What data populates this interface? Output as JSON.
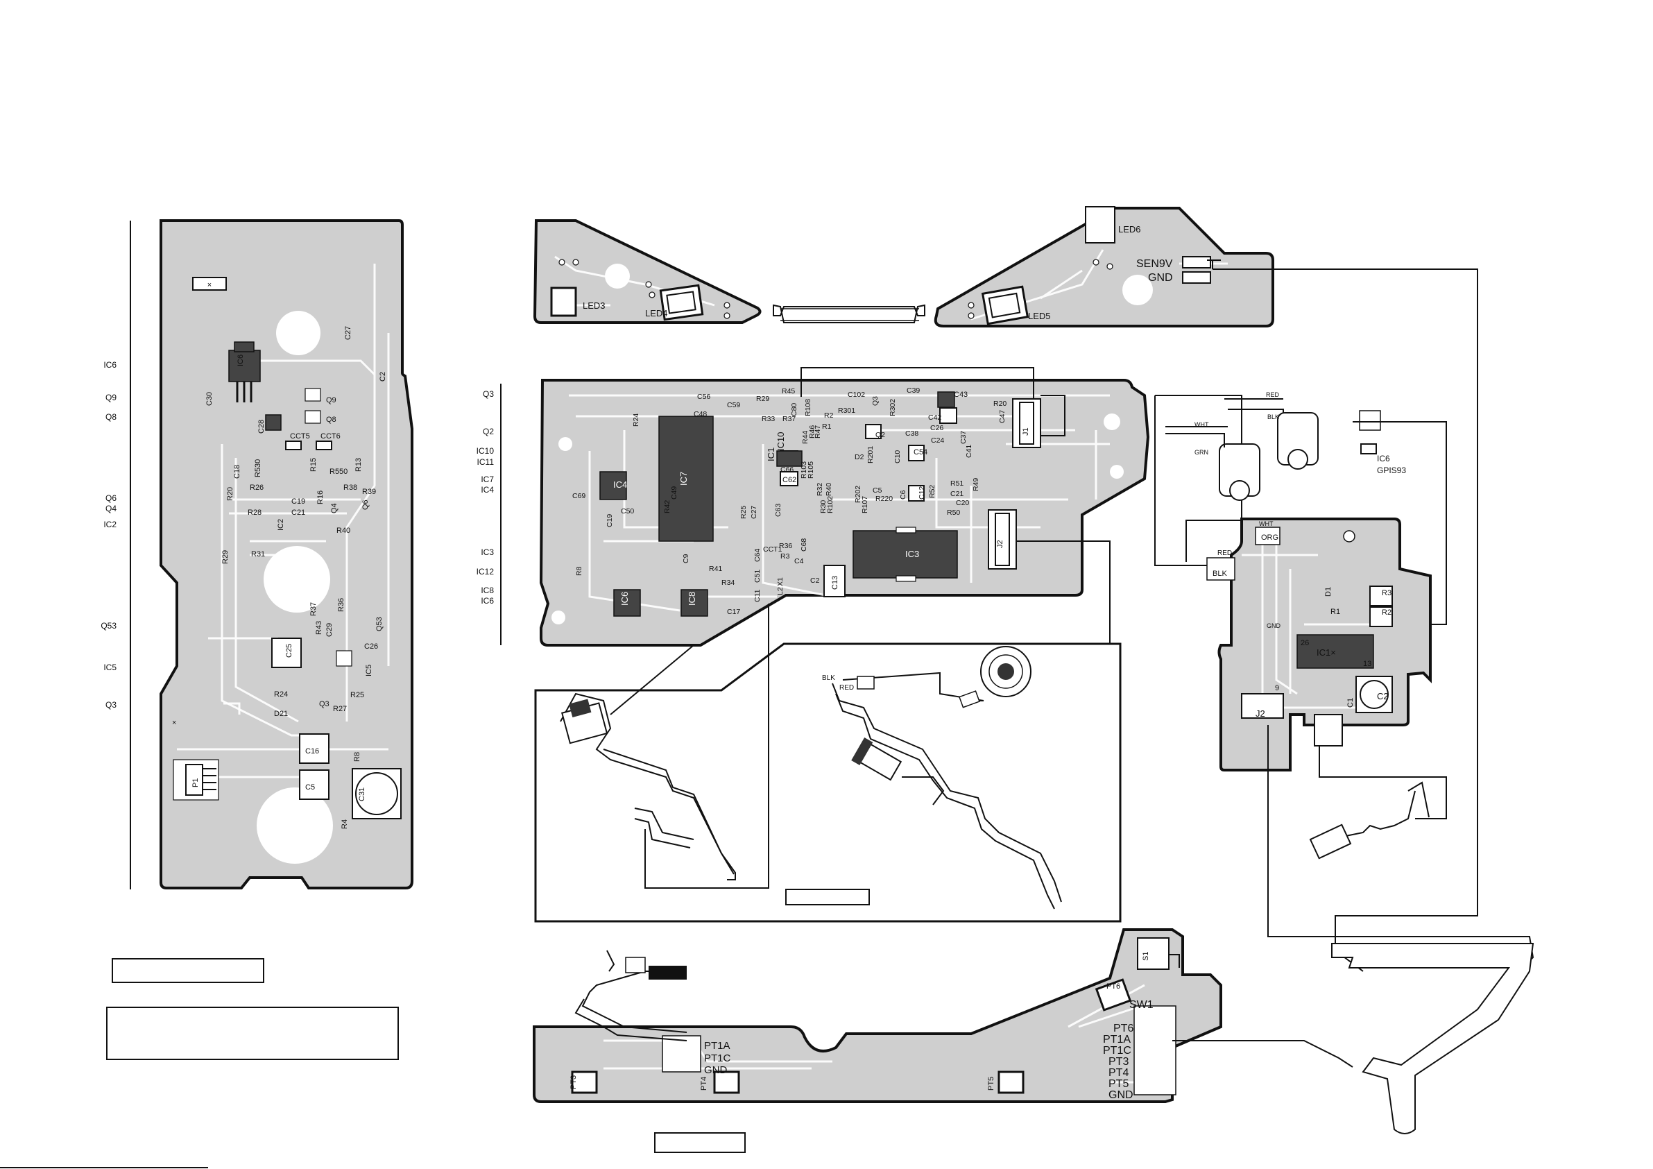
{
  "left_board": {
    "side_labels": [
      {
        "id": "IC6",
        "text": "IC6"
      },
      {
        "id": "Q9",
        "text": "Q9"
      },
      {
        "id": "Q8",
        "text": "Q8"
      },
      {
        "id": "Q6",
        "text": "Q6"
      },
      {
        "id": "Q4",
        "text": "Q4"
      },
      {
        "id": "IC2",
        "text": "IC2"
      },
      {
        "id": "Q53",
        "text": "Q53"
      },
      {
        "id": "IC5",
        "text": "IC5"
      },
      {
        "id": "Q3",
        "text": "Q3"
      }
    ],
    "parts": [
      "IC6",
      "C27",
      "C2",
      "C30",
      "Q9",
      "Q8",
      "C28",
      "CCT5",
      "CCT6",
      "R15",
      "R550",
      "R13",
      "C18",
      "R530",
      "R26",
      "R20",
      "R28",
      "C19",
      "C21",
      "IC2",
      "R38",
      "R39",
      "Q6",
      "R16",
      "Q4",
      "R40",
      "R29",
      "R31",
      "R37",
      "R36",
      "R43",
      "C29",
      "C26",
      "Q53",
      "C25",
      "IC5",
      "R24",
      "Q3",
      "R27",
      "R25",
      "D21",
      "C16",
      "R8",
      "C5",
      "C31",
      "P1",
      "R4"
    ],
    "marks": [
      "×",
      "×"
    ]
  },
  "top_left_sensor": {
    "labels": [
      "LED3",
      "LED4"
    ]
  },
  "top_right_sensor": {
    "labels": [
      "LED6",
      "SEN9V",
      "GND",
      "LED5"
    ]
  },
  "main_board": {
    "side_labels": [
      "Q3",
      "Q2",
      "IC10",
      "IC11",
      "IC7",
      "IC4",
      "IC3",
      "IC12",
      "IC8",
      "IC6"
    ],
    "ics": [
      "IC7",
      "IC4",
      "IC3",
      "IC1",
      "IC10",
      "IC8",
      "IC6",
      "J1",
      "J2",
      "C13",
      "C62",
      "C54",
      "C43"
    ],
    "parts": [
      "C56",
      "C59",
      "R29",
      "R33",
      "R45",
      "R37",
      "C80",
      "R108",
      "C102",
      "Q3",
      "C39",
      "R301",
      "R302",
      "R20",
      "C47",
      "R24",
      "R2",
      "R1",
      "Q2",
      "C42",
      "C26",
      "C24",
      "C38",
      "R47",
      "R46",
      "R44",
      "C66",
      "R103",
      "R105",
      "D2",
      "R201",
      "C10",
      "C41",
      "C37",
      "C69",
      "C49",
      "R42",
      "R32",
      "R40",
      "R202",
      "R220",
      "C5",
      "C6",
      "C12",
      "R52",
      "R51",
      "C21",
      "C20",
      "R50",
      "R49",
      "C19",
      "C50",
      "R25",
      "C27",
      "C63",
      "R30",
      "R102",
      "R107",
      "CCT1",
      "R36",
      "R3",
      "C4",
      "C68",
      "C64",
      "C9",
      "R41",
      "C51",
      "R34",
      "X1",
      "L2",
      "C2",
      "C17",
      "C11",
      "R8",
      "C48"
    ]
  },
  "lower_box": {
    "labels": [
      "BLK",
      "RED"
    ]
  },
  "motor_board": {
    "labels": [
      "RED",
      "BLK",
      "WHT",
      "GRN",
      "IC6",
      "GPIS93",
      "WHT",
      "ORG",
      "RED",
      "BLK",
      "D1",
      "R3",
      "R1",
      "R2",
      "GND",
      "26",
      "IC1×",
      "13",
      "9",
      "J2",
      "C1",
      "C2"
    ]
  },
  "bottom_board": {
    "labels": [
      "PT1A",
      "PT1C",
      "GND",
      "PT3",
      "PT4",
      "PT5",
      "PT6",
      "SW1",
      "S1",
      "PT6",
      "PT1A",
      "PT1C",
      "PT3",
      "PT4",
      "PT5",
      "GND"
    ]
  }
}
